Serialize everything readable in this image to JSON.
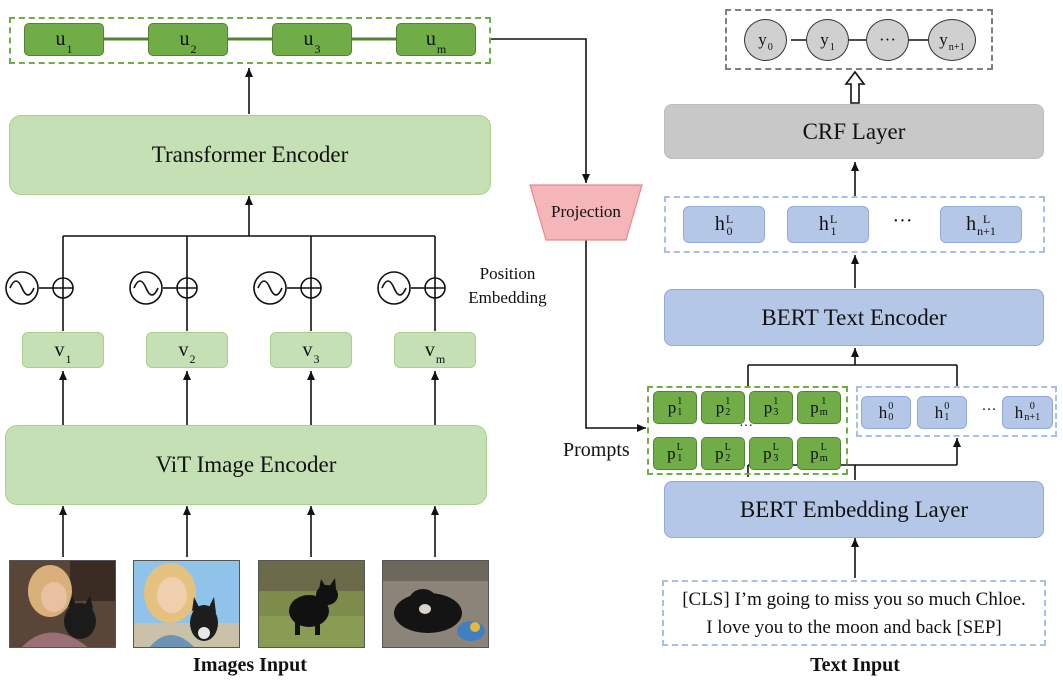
{
  "left": {
    "u_tokens": [
      {
        "base": "u",
        "sub": "1"
      },
      {
        "base": "u",
        "sub": "2"
      },
      {
        "base": "u",
        "sub": "3"
      },
      {
        "base": "u",
        "sub": "m"
      }
    ],
    "transformer_label": "Transformer Encoder",
    "v_tokens": [
      {
        "base": "v",
        "sub": "1"
      },
      {
        "base": "v",
        "sub": "2"
      },
      {
        "base": "v",
        "sub": "3"
      },
      {
        "base": "v",
        "sub": "m"
      }
    ],
    "position_label_1": "Position",
    "position_label_2": "Embedding",
    "vit_label": "ViT Image Encoder",
    "images_caption": "Images Input"
  },
  "middle": {
    "projection_label": "Projection",
    "prompts_label": "Prompts"
  },
  "right": {
    "y_tokens": [
      {
        "base": "y",
        "sub": "0"
      },
      {
        "base": "y",
        "sub": "1"
      },
      {
        "base": "···",
        "sub": ""
      },
      {
        "base": "y",
        "sub": "n+1"
      }
    ],
    "crf_label": "CRF Layer",
    "hL_tokens": [
      {
        "base": "h",
        "sup": "L",
        "sub": "0"
      },
      {
        "base": "h",
        "sup": "L",
        "sub": "1"
      },
      {
        "base": "h",
        "sup": "L",
        "sub": "n+1"
      }
    ],
    "hL_ellipsis": "···",
    "bert_text_label": "BERT Text Encoder",
    "p_top": [
      {
        "base": "p",
        "sup": "1",
        "sub": "1"
      },
      {
        "base": "p",
        "sup": "1",
        "sub": "2"
      },
      {
        "base": "p",
        "sup": "1",
        "sub": "3"
      },
      {
        "base": "p",
        "sup": "1",
        "sub": "m"
      }
    ],
    "p_bottom": [
      {
        "base": "p",
        "sup": "L",
        "sub": "1"
      },
      {
        "base": "p",
        "sup": "L",
        "sub": "2"
      },
      {
        "base": "p",
        "sup": "L",
        "sub": "3"
      },
      {
        "base": "p",
        "sup": "L",
        "sub": "m"
      }
    ],
    "prompt_ellipsis": "···",
    "h0_tokens": [
      {
        "base": "h",
        "sup": "0",
        "sub": "0"
      },
      {
        "base": "h",
        "sup": "0",
        "sub": "1"
      },
      {
        "base": "h",
        "sup": "0",
        "sub": "n+1"
      }
    ],
    "h0_ellipsis": "···",
    "bert_embed_label": "BERT Embedding Layer",
    "text_line_1": "[CLS] I’m going to miss you so much Chloe.",
    "text_line_2": "I love you to the moon and back [SEP]",
    "text_caption": "Text Input"
  },
  "colors": {
    "green_light": "#c5e0b4",
    "green_dark": "#70ad47",
    "blue": "#b4c7e7",
    "gray": "#c8c8c8",
    "projection": "#f4b6b9"
  }
}
